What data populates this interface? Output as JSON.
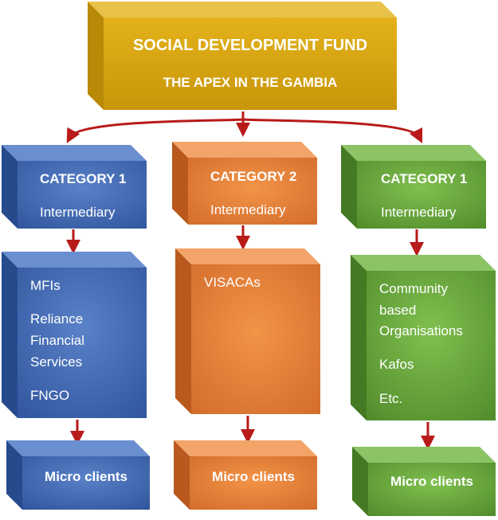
{
  "colors": {
    "apex": "#d4a20a",
    "blue": "#3a63ad",
    "orange": "#e07b30",
    "green": "#5f9b36",
    "arrow": "#b81a1a"
  },
  "apex": {
    "title": "SOCIAL DEVELOPMENT FUND",
    "subtitle": "THE APEX IN THE GAMBIA"
  },
  "columns": [
    {
      "color": "blue",
      "category": "CATEGORY 1",
      "role": "Intermediary",
      "members": [
        "MFIs",
        "Reliance",
        "Financial",
        "Services",
        "FNGO"
      ],
      "clients": "Micro clients"
    },
    {
      "color": "orange",
      "category": "CATEGORY 2",
      "role": "Intermediary",
      "members": [
        "VISACAs"
      ],
      "clients": "Micro clients"
    },
    {
      "color": "green",
      "category": "CATEGORY 1",
      "role": "Intermediary",
      "members": [
        "Community",
        "based",
        "Organisations",
        "Kafos",
        "Etc."
      ],
      "clients": "Micro clients"
    }
  ]
}
